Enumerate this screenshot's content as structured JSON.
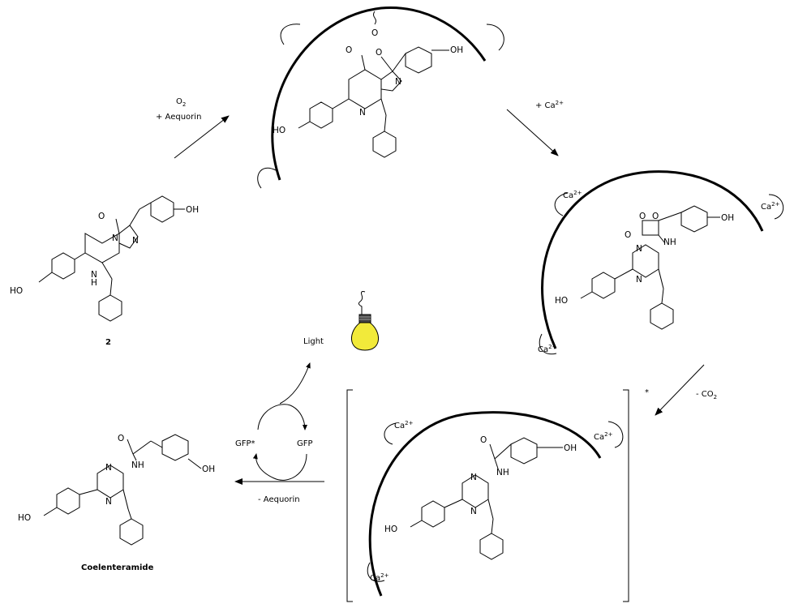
{
  "labels": {
    "step1_reagent_a": "O",
    "step1_reagent_a_sub": "2",
    "step1_reagent_b": "+ Aequorin",
    "step2_reagent": "+ Ca",
    "step2_reagent_sup": "2+",
    "step3_reagent": "- CO",
    "step3_reagent_sub": "2",
    "step4_reagent": "- Aequorin",
    "light": "Light",
    "gfp_star": "GFP*",
    "gfp": "GFP",
    "excited_mark": "*",
    "compound_2": "2",
    "product": "Coelenteramide"
  },
  "atoms": {
    "ca": "Ca",
    "ca_sup": "2+",
    "oh": "OH",
    "ho": "HO",
    "o": "O",
    "n": "N",
    "nh": "NH",
    "h": "H"
  },
  "icons": {
    "lightbulb": "lightbulb-icon"
  }
}
